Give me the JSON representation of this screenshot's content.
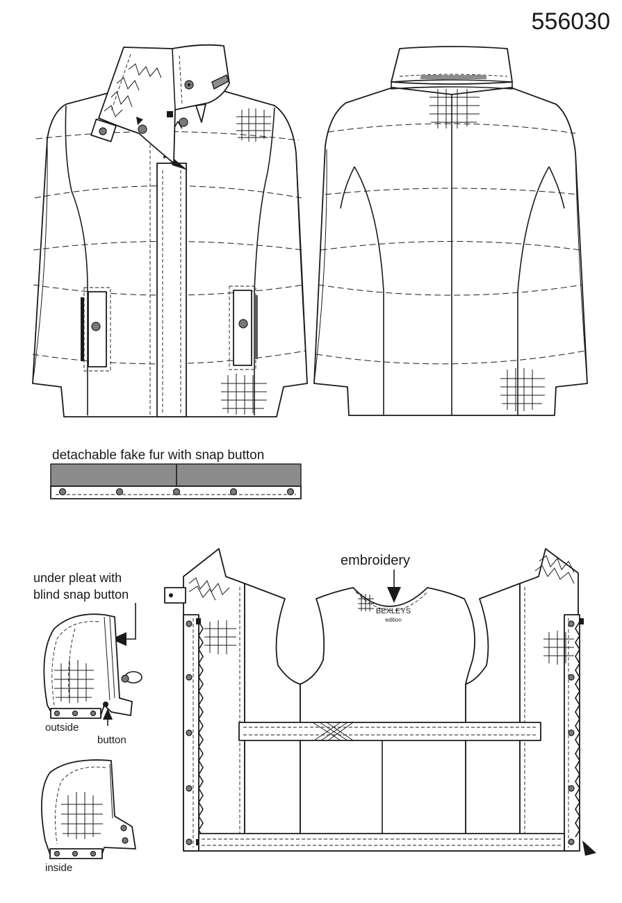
{
  "style_number": "556030",
  "fur_label": "detachable fake fur with snap button",
  "embroidery_label": "embroidery",
  "badge": {
    "brand": "BEXLEYS",
    "sub": "edition"
  },
  "pleat_label": [
    "under pleat with",
    "blind snap button"
  ],
  "hood_labels": {
    "outside": "outside",
    "button": "button",
    "inside": "inside"
  },
  "colors": {
    "line": "#1a1a1a",
    "accent_gray": "#8c8c8c",
    "button_gray": "#7a7a7a",
    "background": "#ffffff"
  }
}
